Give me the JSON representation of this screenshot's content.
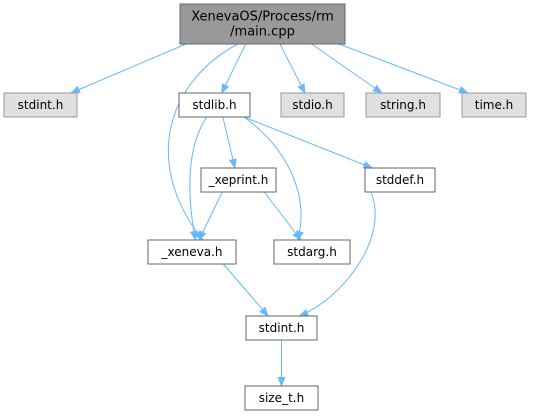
{
  "colors": {
    "edge": "#63b8ff",
    "root_fill": "#999999",
    "root_stroke": "#666666",
    "system_fill": "#e0e0e0",
    "system_stroke": "#999999",
    "local_fill": "#ffffff",
    "local_stroke": "#666666"
  },
  "nodes": [
    {
      "id": "main",
      "label_lines": [
        "XenevaOS/Process/rm",
        "/main.cpp"
      ],
      "kind": "root"
    },
    {
      "id": "stdint_sys",
      "label_lines": [
        "stdint.h"
      ],
      "kind": "system"
    },
    {
      "id": "stdlib",
      "label_lines": [
        "stdlib.h"
      ],
      "kind": "local"
    },
    {
      "id": "stdio",
      "label_lines": [
        "stdio.h"
      ],
      "kind": "system"
    },
    {
      "id": "string",
      "label_lines": [
        "string.h"
      ],
      "kind": "system"
    },
    {
      "id": "time",
      "label_lines": [
        "time.h"
      ],
      "kind": "system"
    },
    {
      "id": "xeprint",
      "label_lines": [
        "_xeprint.h"
      ],
      "kind": "local"
    },
    {
      "id": "stddef",
      "label_lines": [
        "stddef.h"
      ],
      "kind": "local"
    },
    {
      "id": "xeneva",
      "label_lines": [
        "_xeneva.h"
      ],
      "kind": "local"
    },
    {
      "id": "stdarg",
      "label_lines": [
        "stdarg.h"
      ],
      "kind": "local"
    },
    {
      "id": "stdint",
      "label_lines": [
        "stdint.h"
      ],
      "kind": "local"
    },
    {
      "id": "size_t",
      "label_lines": [
        "size_t.h"
      ],
      "kind": "local"
    }
  ],
  "edges": [
    {
      "from": "main",
      "to": "stdint_sys"
    },
    {
      "from": "main",
      "to": "stdlib"
    },
    {
      "from": "main",
      "to": "xeneva"
    },
    {
      "from": "main",
      "to": "stdio"
    },
    {
      "from": "main",
      "to": "string"
    },
    {
      "from": "main",
      "to": "time"
    },
    {
      "from": "stdlib",
      "to": "xeneva"
    },
    {
      "from": "stdlib",
      "to": "xeprint"
    },
    {
      "from": "stdlib",
      "to": "stdarg"
    },
    {
      "from": "stdlib",
      "to": "stddef"
    },
    {
      "from": "xeprint",
      "to": "xeneva"
    },
    {
      "from": "xeprint",
      "to": "stdarg"
    },
    {
      "from": "xeneva",
      "to": "stdint"
    },
    {
      "from": "stddef",
      "to": "stdint"
    },
    {
      "from": "stdint",
      "to": "size_t"
    }
  ]
}
